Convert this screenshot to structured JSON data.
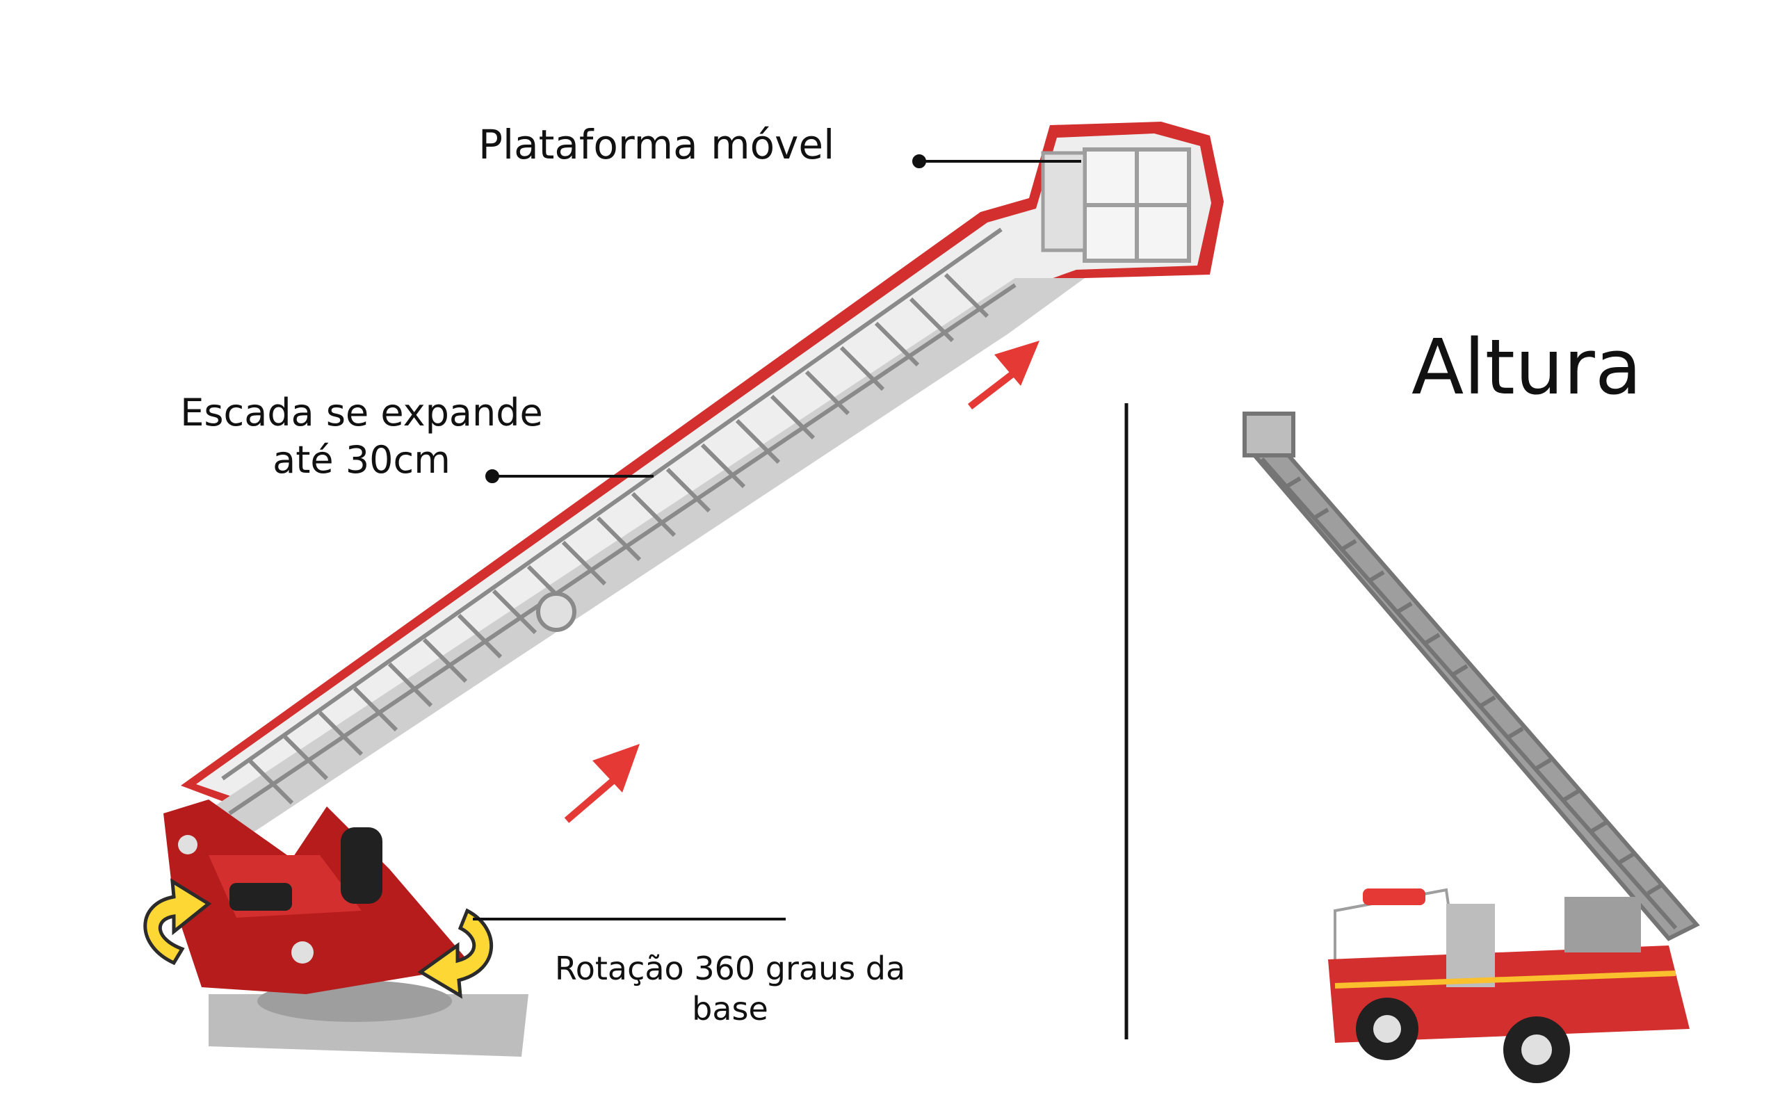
{
  "callouts": {
    "platform": "Plataforma móvel",
    "ladder_line1": "Escada se expande",
    "ladder_line2": "até 30cm",
    "rotation_line1": "Rotação 360 graus da",
    "rotation_line2": "base"
  },
  "height_label": "Altura",
  "colors": {
    "ladder_outline": "#c62828",
    "ladder_body": "#ececec",
    "base_red": "#b71c1c",
    "arrow_red": "#e53935",
    "rotation_arrow": "#fdd835",
    "truck_red": "#d32f2f",
    "truck_ladder_gray": "#9e9e9e",
    "text": "#111111"
  }
}
